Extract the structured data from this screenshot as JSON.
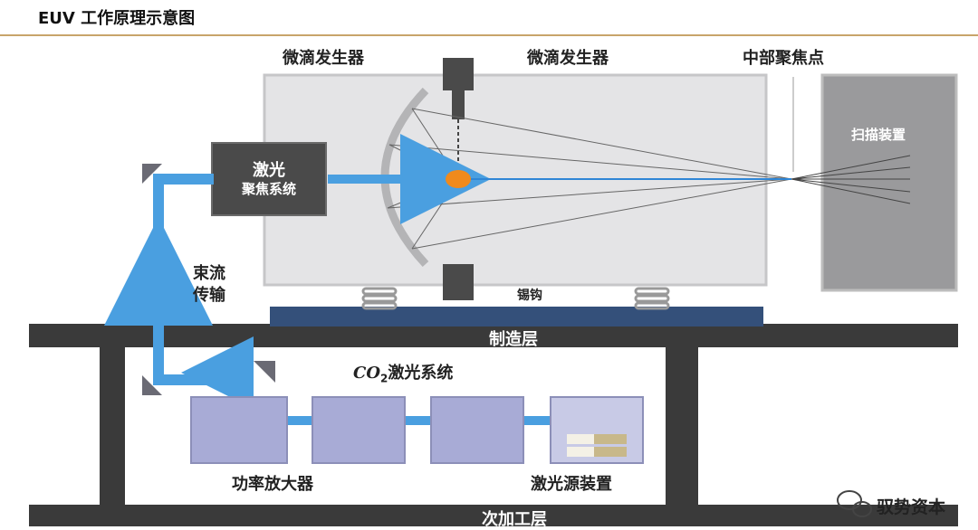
{
  "title": "EUV 工作原理示意图",
  "labels": {
    "droplet_gen_left": "微滴发生器",
    "droplet_gen_right": "微滴发生器",
    "intermediate_focus": "中部聚焦点",
    "scanner": "扫描装置",
    "laser_focus_line1": "激光",
    "laser_focus_line2": "聚焦系统",
    "beam_transport_line1": "束流",
    "beam_transport_line2": "传输",
    "tin_catcher": "锡钩",
    "fab_floor": "制造层",
    "co2_prefix": "CO",
    "co2_sub": "2",
    "co2_suffix": "激光系统",
    "power_amplifier": "功率放大器",
    "laser_source": "激光源装置",
    "subfab_floor": "次加工层"
  },
  "watermark": {
    "text": "驭势资本",
    "icon": "wechat-icon"
  },
  "colors": {
    "beam": "#4a9fe0",
    "floor": "#3a3a3a",
    "chamber": "#e4e4e6",
    "box": "#a8abd6",
    "droplet": "#f08a1c",
    "stage": "#34507a"
  }
}
